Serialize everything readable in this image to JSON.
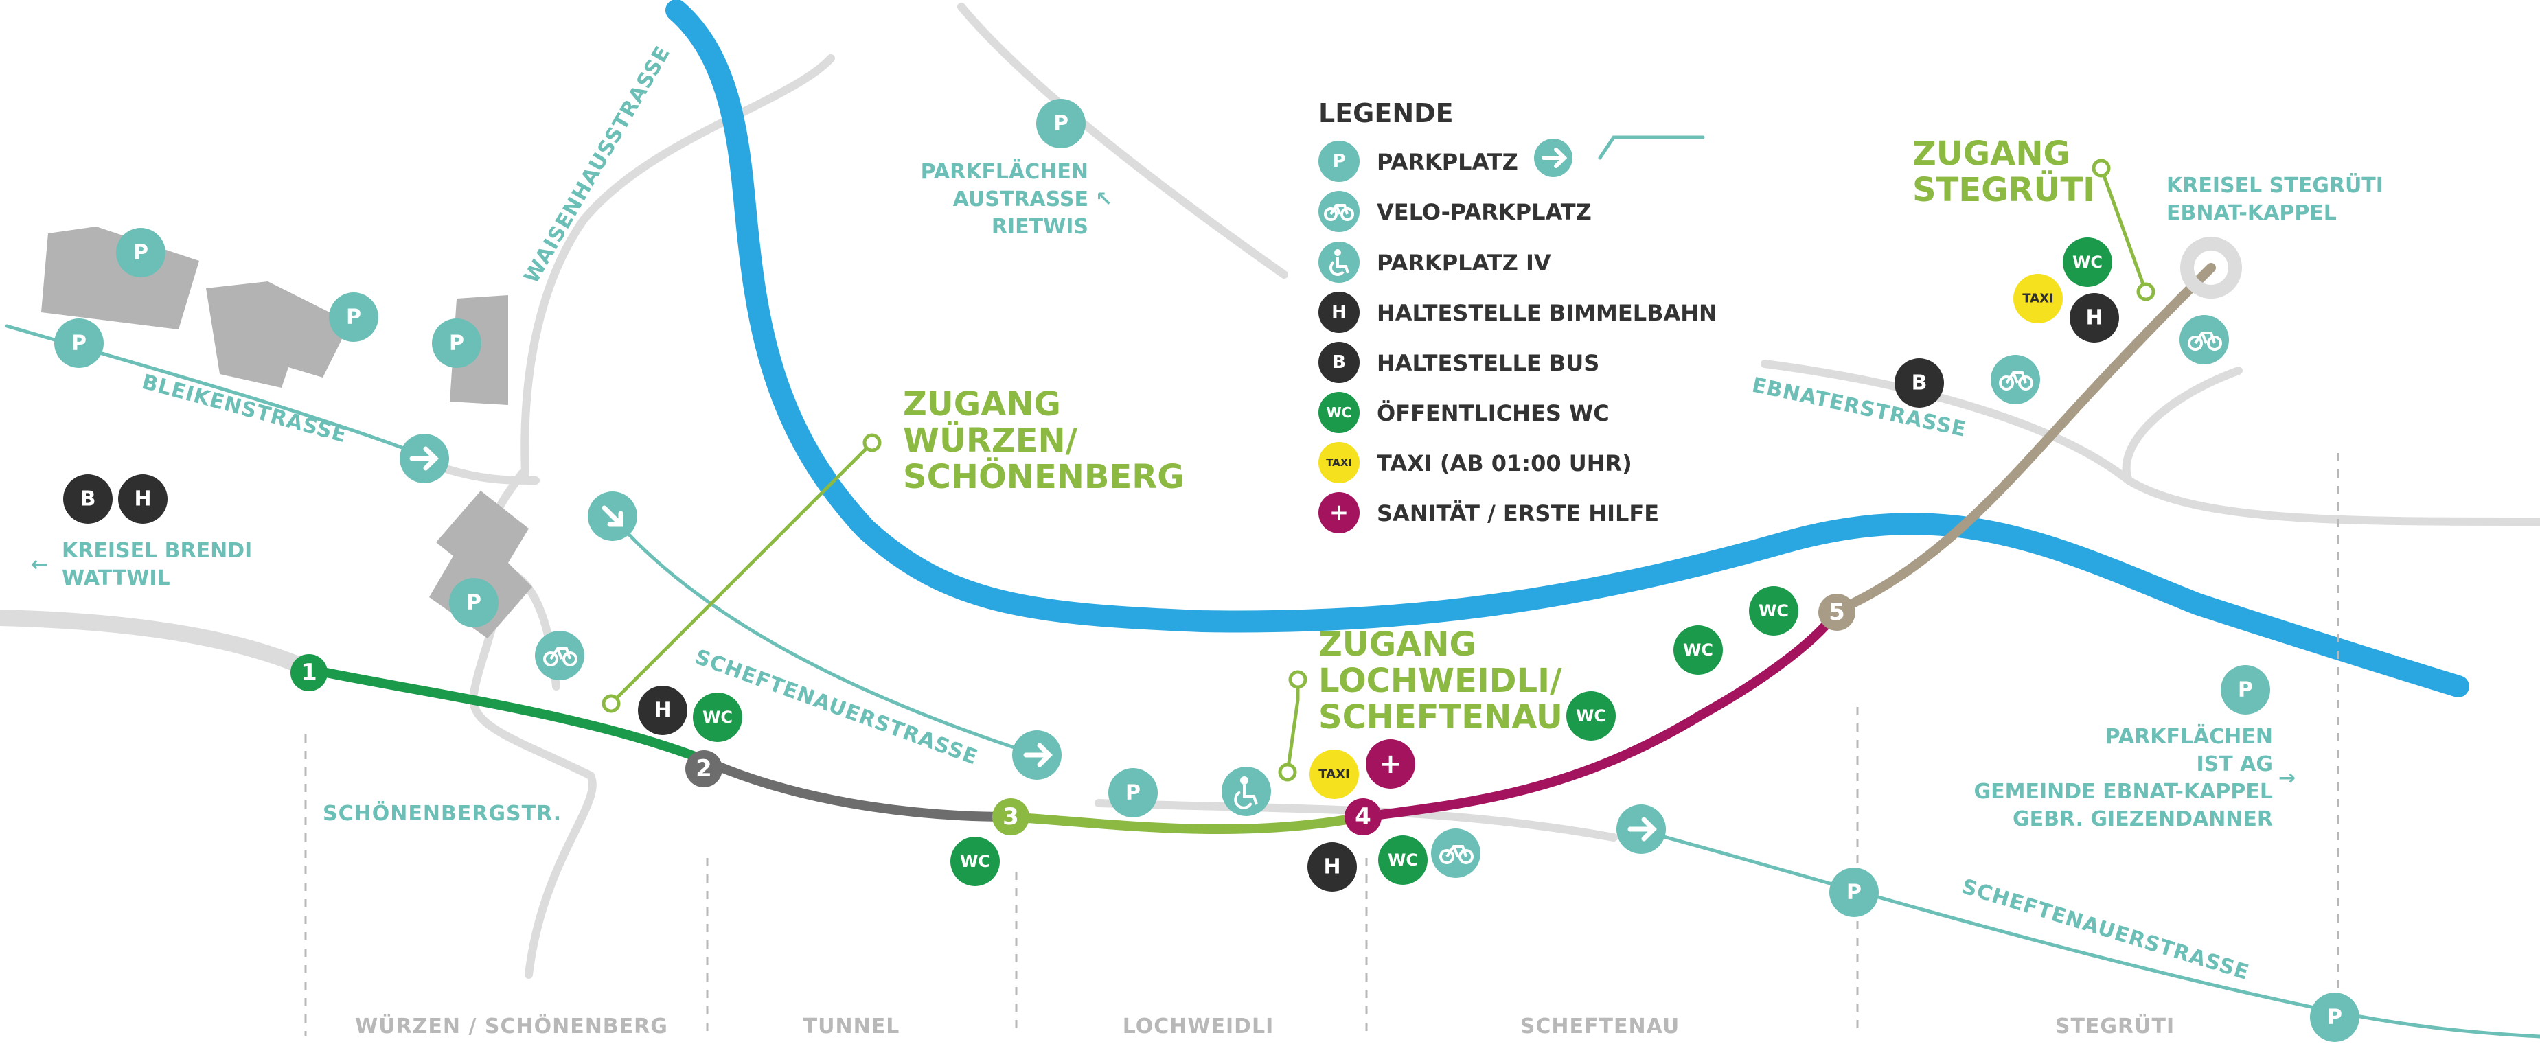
{
  "legend": {
    "title": "LEGENDE",
    "items": [
      {
        "key": "parkplatz",
        "icon": "parking-icon",
        "label": "PARKPLATZ"
      },
      {
        "key": "velo",
        "icon": "bicycle-icon",
        "label": "VELO-PARKPLATZ"
      },
      {
        "key": "iv",
        "icon": "wheelchair-icon",
        "label": "PARKPLATZ IV"
      },
      {
        "key": "bimmelbahn",
        "icon": "h-stop-icon",
        "label": "HALTESTELLE BIMMELBAHN"
      },
      {
        "key": "bus",
        "icon": "bus-stop-icon",
        "label": "HALTESTELLE BUS"
      },
      {
        "key": "wc",
        "icon": "wc-icon",
        "label": "ÖFFENTLICHES WC"
      },
      {
        "key": "taxi",
        "icon": "taxi-icon",
        "label": "TAXI (AB 01:00 UHR)"
      },
      {
        "key": "sanitaet",
        "icon": "first-aid-icon",
        "label": "SANITÄT / ERSTE HILFE"
      }
    ]
  },
  "icons": {
    "p": "P",
    "h": "H",
    "b": "B",
    "wc": "WC",
    "taxi": "TAXI",
    "plus": "+"
  },
  "streets": {
    "waisenhaus": "WAISENHAUSSTRASSE",
    "bleiken": "BLEIKENSTRASSE",
    "scheftenauer1": "SCHEFTENAUERSTRASSE",
    "scheftenauer2": "SCHEFTENAUERSTRASSE",
    "ebnater": "EBNATERSTRASSE",
    "schoenenberg": "SCHÖNENBERGSTR."
  },
  "labels": {
    "parkflaechen_austrasse": [
      "PARKFLÄCHEN",
      "AUSTRASSE",
      "RIETWIS"
    ],
    "kreisel_brendi": [
      "KREISEL BRENDI",
      "WATTWIL"
    ],
    "kreisel_stegrueti": [
      "KREISEL STEGRÜTI",
      "EBNAT-KAPPEL"
    ],
    "parkflaechen_ebnat": [
      "PARKFLÄCHEN",
      "IST AG",
      "GEMEINDE EBNAT-KAPPEL",
      "GEBR. GIEZENDANNER"
    ],
    "arrow_left": "←",
    "arrow_nw": "↖",
    "arrow_right": "→"
  },
  "zugaenge": {
    "wuerzen": [
      "ZUGANG",
      "WÜRZEN/",
      "SCHÖNENBERG"
    ],
    "lochweidli": [
      "ZUGANG",
      "LOCHWEIDLI/",
      "SCHEFTENAU"
    ],
    "stegrueti": [
      "ZUGANG",
      "STEGRÜTI"
    ]
  },
  "stations": [
    "1",
    "2",
    "3",
    "4",
    "5"
  ],
  "zones": [
    "WÜRZEN / SCHÖNENBERG",
    "TUNNEL",
    "LOCHWEIDLI",
    "SCHEFTENAU",
    "STEGRÜTI"
  ],
  "colors": {
    "river": "#2aa6e0",
    "road": "#dcdcdc",
    "teal": "#6cbfb6",
    "segment1": "#1a9a4a",
    "segment2": "#6d6d6d",
    "segment3": "#8cb941",
    "segment4": "#a3135e",
    "segment5": "#a89c86",
    "wc": "#1a9a4a",
    "taxi": "#f5e11e",
    "dark": "#2f2f2f",
    "building": "#b3b3b3"
  }
}
